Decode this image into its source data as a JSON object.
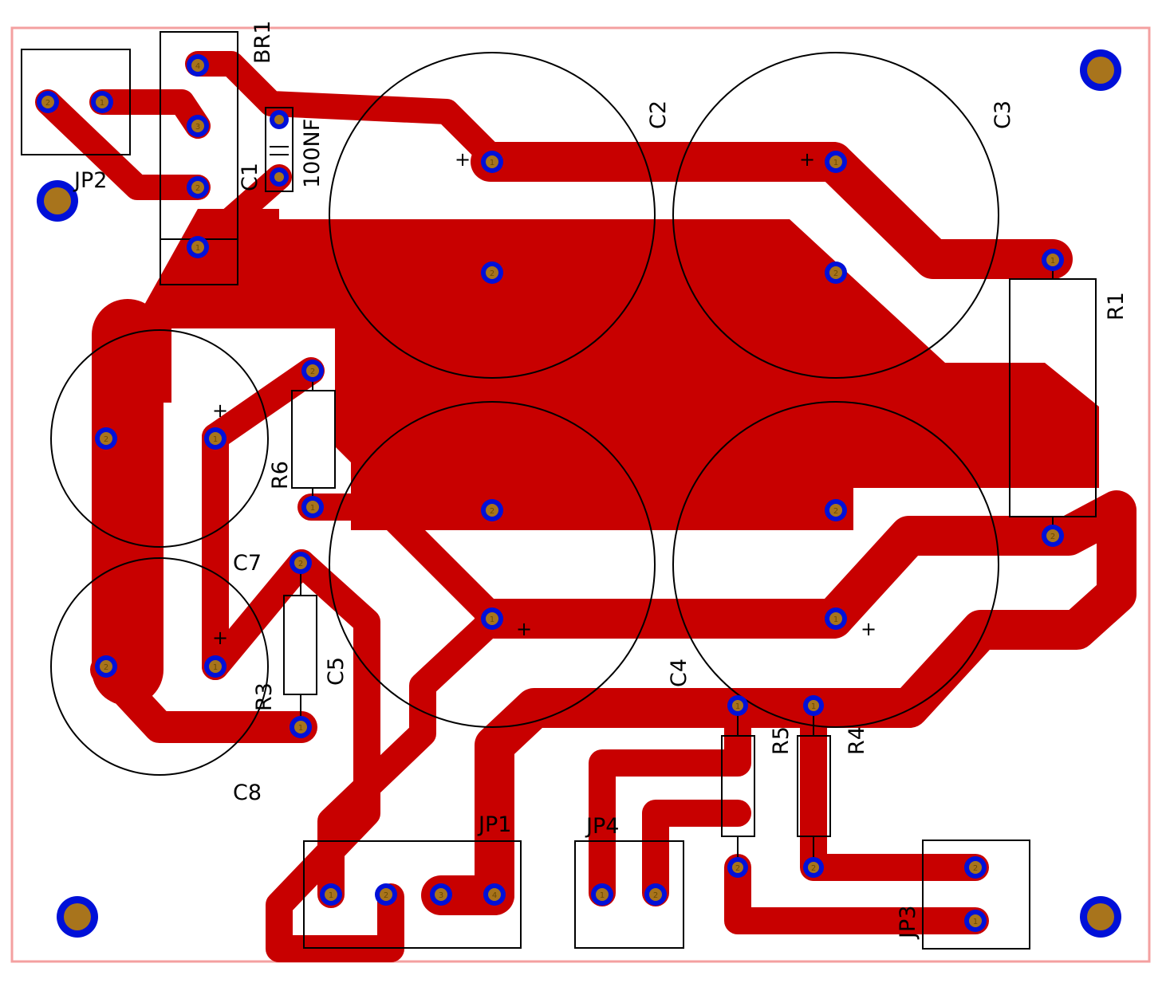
{
  "colors": {
    "trace": "#c80000",
    "pad_ring": "#0010d8",
    "pad_hole": "#a8741c",
    "silkscreen": "#000000",
    "outline": "#f4a0a0",
    "background": "#ffffff"
  },
  "labels": {
    "BR1": "BR1",
    "JP2": "JP2",
    "C1": "C1",
    "cap_value": "100NF",
    "C2": "C2",
    "C3": "C3",
    "R1": "R1",
    "R6": "R6",
    "C7": "C7",
    "R3": "R3",
    "C5": "C5",
    "C8": "C8",
    "C4": "C4",
    "R5": "R5",
    "R4": "R4",
    "JP1": "JP1",
    "JP4": "JP4",
    "JP3": "JP3"
  },
  "polarity_mark": "+",
  "pin_numbers": {
    "p1": "1",
    "p2": "2",
    "p3": "3",
    "p4": "4"
  }
}
